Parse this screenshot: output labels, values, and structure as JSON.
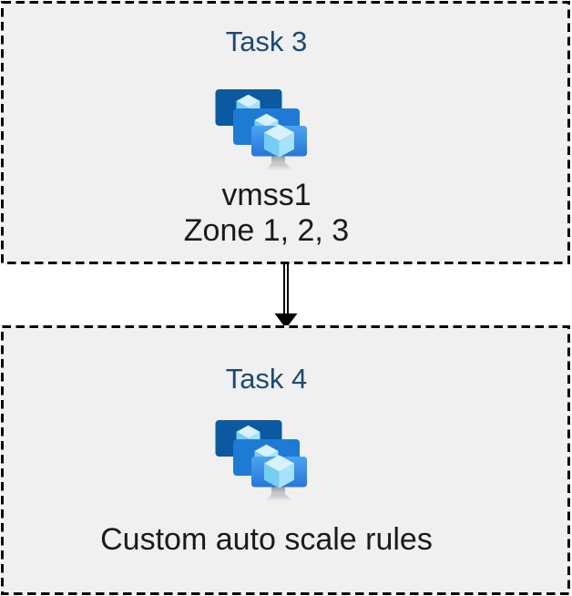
{
  "tasks": [
    {
      "title": "Task 3",
      "lines": [
        "vmss1",
        "Zone 1, 2, 3"
      ]
    },
    {
      "title": "Task 4",
      "lines": [
        "Custom auto scale rules"
      ]
    }
  ],
  "icons": {
    "task_icon": "vm-scale-sets-icon",
    "connector": "double-line-down-arrow-icon"
  },
  "colors": {
    "page_bg": "#ffffff",
    "box_bg": "#f0f0f0",
    "box_border": "#000000",
    "title_color": "#1b4a73",
    "body_color": "#1a1a1a",
    "arrow_color": "#000000",
    "mon_back": "#0b59a1",
    "mon_mid": "#1d7bd4",
    "mon_front_top": "#4da3f2",
    "mon_front_bottom": "#2677d8",
    "cube_top": "#d7f2fd",
    "cube_left": "#76cdf1",
    "cube_right": "#a5e3fa",
    "stand_top": "#8f8f8f",
    "stand_bottom": "#d9d9d9",
    "base_top": "#c2c2c2",
    "base_bottom": "#efefef"
  }
}
